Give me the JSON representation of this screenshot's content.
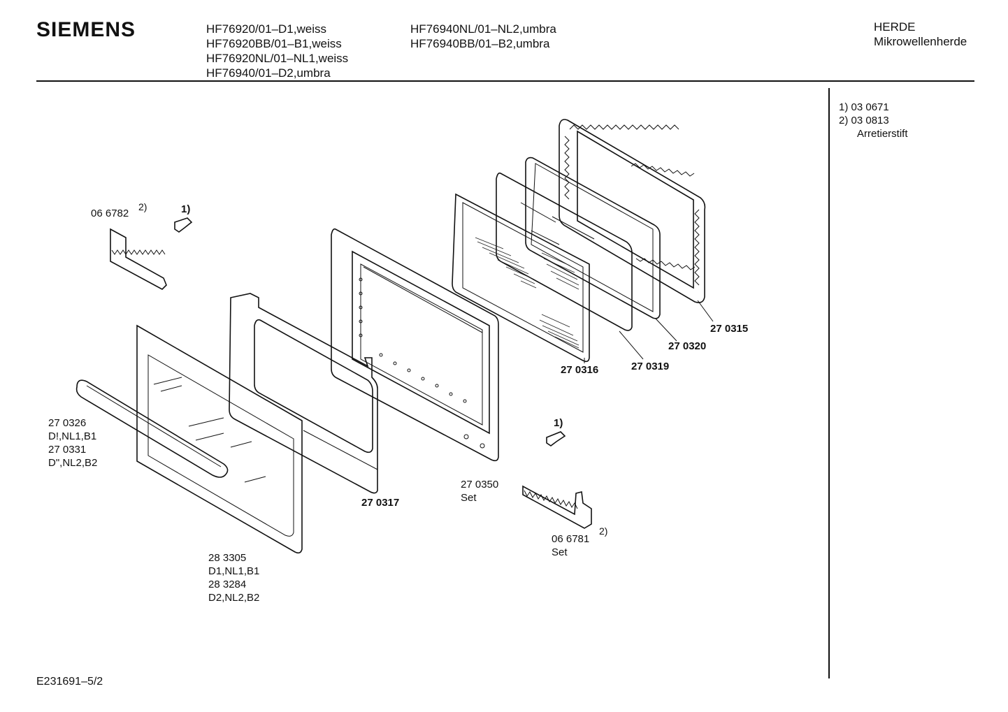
{
  "brand": "SIEMENS",
  "models_col1": [
    "HF76920/01–D1,weiss",
    "HF76920BB/01–B1,weiss",
    "HF76920NL/01–NL1,weiss",
    "HF76940/01–D2,umbra"
  ],
  "models_col2": [
    "HF76940NL/01–NL2,umbra",
    "HF76940BB/01–B2,umbra"
  ],
  "category": [
    "HERDE",
    "Mikrowellenherde"
  ],
  "notes": {
    "n1": "1)  03 0671",
    "n2": "2)  03 0813",
    "n2_desc": "Arretierstift"
  },
  "parts": {
    "p066782": "06 6782",
    "p066782_ref": "2)",
    "clip_ref_top": "1)",
    "p270315": "27 0315",
    "p270320": "27 0320",
    "p270319": "27 0319",
    "p270316": "27 0316",
    "p270326": [
      "27 0326",
      "D!,NL1,B1",
      "27 0331",
      "D\",NL2,B2"
    ],
    "clip_ref_bottom": "1)",
    "p270350": [
      "27 0350",
      "Set"
    ],
    "p270317": "27 0317",
    "p066781": [
      "06 6781",
      "Set"
    ],
    "p066781_ref": "2)",
    "p283305": [
      "28 3305",
      "D1,NL1,B1",
      "28 3284",
      "D2,NL2,B2"
    ]
  },
  "footer": "E231691–5/2"
}
